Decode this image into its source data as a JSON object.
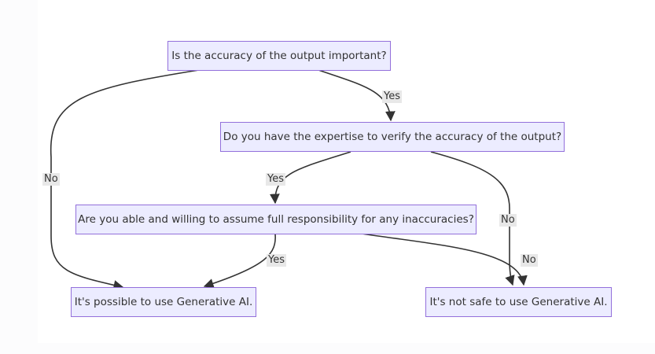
{
  "flowchart": {
    "nodes": {
      "q1": "Is the accuracy of the output important?",
      "q2": "Do you have the expertise to verify the accuracy of the output?",
      "q3": "Are you able and willing to assume full responsibility for any inaccuracies?",
      "possible": "It's possible to use Generative AI.",
      "not_safe": "It's not safe to use Generative AI."
    },
    "edges": [
      {
        "from": "q1",
        "to": "q2",
        "label": "Yes"
      },
      {
        "from": "q1",
        "to": "possible",
        "label": "No"
      },
      {
        "from": "q2",
        "to": "q3",
        "label": "Yes"
      },
      {
        "from": "q2",
        "to": "not_safe",
        "label": "No"
      },
      {
        "from": "q3",
        "to": "possible",
        "label": "Yes"
      },
      {
        "from": "q3",
        "to": "not_safe",
        "label": "No"
      }
    ],
    "colors": {
      "node_fill": "#ECECFF",
      "node_border": "#9370DB",
      "edge": "#333333",
      "edge_label_bg": "#e8e8e8"
    }
  }
}
